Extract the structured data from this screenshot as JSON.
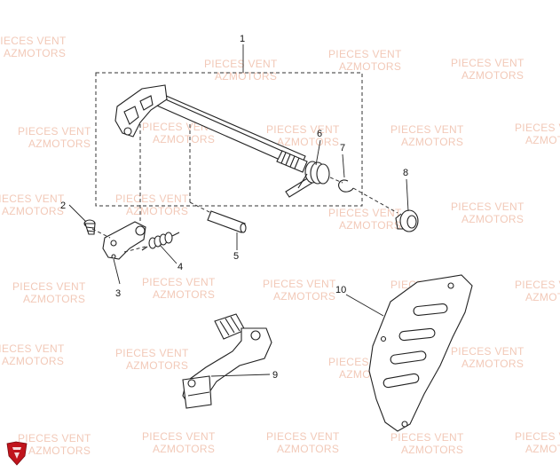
{
  "watermark": {
    "line1": "PIECES VENT",
    "line2": "AZMOTORS",
    "color": "#f2c9b8"
  },
  "brand_logo": {
    "icon": "brand-shield-icon",
    "color": "#c0141c"
  },
  "callouts": [
    {
      "id": "1",
      "label": "1"
    },
    {
      "id": "2",
      "label": "2"
    },
    {
      "id": "3",
      "label": "3"
    },
    {
      "id": "4",
      "label": "4"
    },
    {
      "id": "5",
      "label": "5"
    },
    {
      "id": "6",
      "label": "6"
    },
    {
      "id": "7",
      "label": "7"
    },
    {
      "id": "8",
      "label": "8"
    },
    {
      "id": "9",
      "label": "9"
    },
    {
      "id": "10",
      "label": "10"
    }
  ]
}
